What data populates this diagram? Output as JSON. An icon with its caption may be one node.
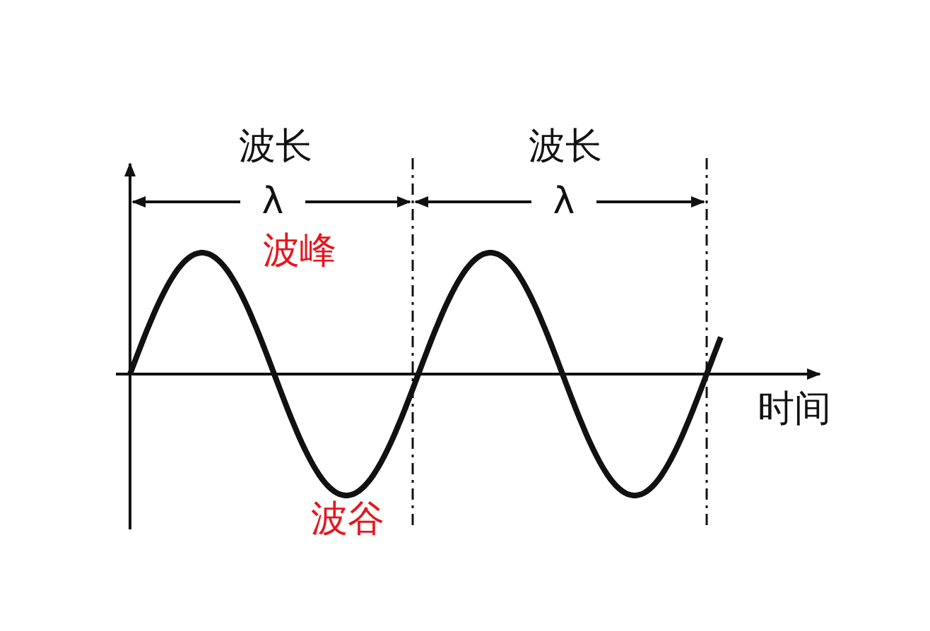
{
  "diagram": {
    "labels": [
      "波长",
      "波长",
      "λ",
      "λ",
      "波峰",
      "时间",
      "波谷"
    ]
  }
}
